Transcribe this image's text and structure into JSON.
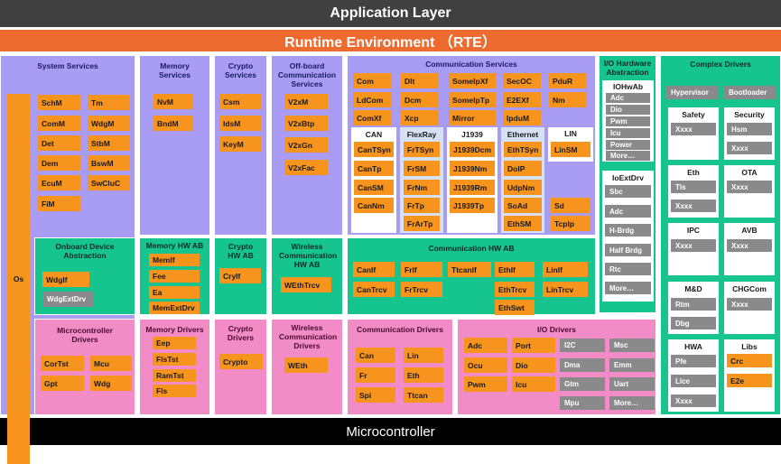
{
  "top": {
    "app_layer": "Application Layer",
    "rte": "Runtime Environment （RTE）",
    "microcontroller": "Microcontroller"
  },
  "system_services": {
    "title": "System Services",
    "os": "Os",
    "items": [
      "SchM",
      "Tm",
      "ComM",
      "WdgM",
      "Det",
      "StbM",
      "Dem",
      "BswM",
      "EcuM",
      "SwCluC",
      "FiM"
    ]
  },
  "memory_services": {
    "title": "Memory Services",
    "items": [
      "NvM",
      "BndM"
    ]
  },
  "crypto_services": {
    "title": "Crypto Services",
    "items": [
      "Csm",
      "IdsM",
      "KeyM"
    ]
  },
  "offboard": {
    "title": "Off-board Communication Services",
    "items": [
      "V2xM",
      "V2xBtp",
      "V2xGn",
      "V2xFac"
    ]
  },
  "comm_services": {
    "title": "Communication Services",
    "items": [
      "Com",
      "Dlt",
      "SomeIpXf",
      "SecOC",
      "PduR",
      "LdCom",
      "Dcm",
      "SomeIpTp",
      "E2EXf",
      "Nm",
      "ComXf",
      "Xcp",
      "Mirror",
      "IpduM"
    ],
    "can": {
      "title": "CAN",
      "items": [
        "CanTSyn",
        "CanTp",
        "CanSM",
        "CanNm"
      ]
    },
    "flexray": {
      "title": "FlexRay",
      "items": [
        "FrTSyn",
        "FrSM",
        "FrNm",
        "FrTp",
        "FrArTp"
      ]
    },
    "j1939": {
      "title": "J1939",
      "items": [
        "J1939Dcm",
        "J1939Nm",
        "J1939Rm",
        "J1939Tp"
      ]
    },
    "ethernet": {
      "title": "Ethernet",
      "items": [
        "EthTSyn",
        "DoIP",
        "UdpNm",
        "SoAd",
        "EthSM"
      ]
    },
    "lin": {
      "title": "LIN",
      "items": [
        "LinSM"
      ]
    },
    "extra": [
      "Sd",
      "TcpIp"
    ]
  },
  "io_hw": {
    "title": "I/O Hardware Abstraction",
    "iohwab": {
      "title": "IOHwAb",
      "items": [
        "Adc",
        "Dio",
        "Pwm",
        "Icu",
        "Power",
        "More…"
      ]
    },
    "ioextdrv": {
      "title": "IoExtDrv",
      "items": [
        "Sbc",
        "Adc",
        "H-Brdg",
        "Half Brdg",
        "Rtc",
        "More…"
      ]
    }
  },
  "complex": {
    "title": "Complex Drivers",
    "top": [
      "Hypervisor",
      "Bootloader"
    ],
    "groups": [
      {
        "title": "Safety",
        "items": [
          "Xxxx"
        ]
      },
      {
        "title": "Security",
        "items": [
          "Hsm",
          "Xxxx"
        ]
      },
      {
        "title": "Eth",
        "items": [
          "Tls",
          "Xxxx"
        ]
      },
      {
        "title": "OTA",
        "items": [
          "Xxxx"
        ]
      },
      {
        "title": "IPC",
        "items": [
          "Xxxx"
        ]
      },
      {
        "title": "AVB",
        "items": [
          "Xxxx"
        ]
      },
      {
        "title": "M&D",
        "items": [
          "Rtm",
          "Dbg"
        ]
      },
      {
        "title": "CHGCom",
        "items": [
          "Xxxx"
        ]
      },
      {
        "title": "HWA",
        "items": [
          "Pfe",
          "Llce",
          "Xxxx"
        ]
      },
      {
        "title": "Libs",
        "items": [
          "Crc",
          "E2e"
        ]
      }
    ]
  },
  "onboard": {
    "title": "Onboard Device Abstraction",
    "items": [
      "WdgIf",
      "WdgExtDrv"
    ]
  },
  "memory_hw": {
    "title": "Memory HW AB",
    "items": [
      "MemIf",
      "Fee",
      "Ea",
      "MemExtDrv"
    ]
  },
  "crypto_hw": {
    "title": "Crypto HW AB",
    "items": [
      "CryIf"
    ]
  },
  "wireless_hw": {
    "title": "Wireless Communication HW AB",
    "items": [
      "WEthTrcv"
    ]
  },
  "comm_hw": {
    "title": "Communication HW AB",
    "items": [
      "CanIf",
      "FrIf",
      "TtcanIf",
      "EthIf",
      "LinIf",
      "CanTrcv",
      "FrTrcv",
      "EthTrcv",
      "LinTrcv",
      "EthSwt"
    ]
  },
  "mcu_drivers": {
    "title": "Microcontroller Drivers",
    "items": [
      "CorTst",
      "Mcu",
      "Gpt",
      "Wdg"
    ]
  },
  "memory_drivers": {
    "title": "Memory Drivers",
    "items": [
      "Eep",
      "FlsTst",
      "RamTst",
      "Fls"
    ]
  },
  "crypto_drivers": {
    "title": "Crypto Drivers",
    "items": [
      "Crypto"
    ]
  },
  "wireless_drivers": {
    "title": "Wireless Communication Drivers",
    "items": [
      "WEth"
    ]
  },
  "comm_drivers": {
    "title": "Communication Drivers",
    "items": [
      "Can",
      "Lin",
      "Fr",
      "Eth",
      "Spi",
      "Ttcan"
    ]
  },
  "io_drivers": {
    "title": "I/O Drivers",
    "items": [
      "Adc",
      "Port",
      "I2C",
      "Msc",
      "Ocu",
      "Dio",
      "Dma",
      "Emm",
      "Pwm",
      "Icu",
      "Gtm",
      "Uart",
      "Mpu",
      "More…"
    ]
  }
}
